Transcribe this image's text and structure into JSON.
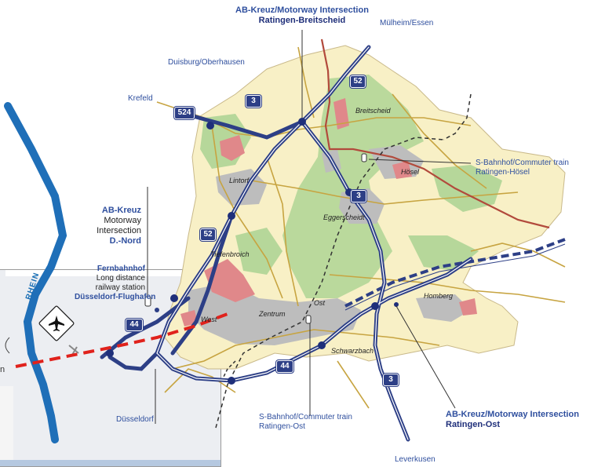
{
  "map": {
    "junctions": {
      "ratingen_breitscheid": {
        "line1": "AB-Kreuz/Motorway Intersection",
        "line2": "Ratingen-Breitscheid"
      },
      "duesseldorf_nord": {
        "line1": "AB-Kreuz",
        "line2": "Motorway",
        "line3": "Intersection",
        "line4": "D.-Nord"
      },
      "ratingen_ost": {
        "line1": "AB-Kreuz/Motorway Intersection",
        "line2": "Ratingen-Ost"
      }
    },
    "stations": {
      "fernbahnhof": {
        "line1": "Fernbahnhof",
        "line2": "Long distance",
        "line3": "railway station",
        "line4": "Düsseldorf-Flughafen"
      },
      "hoesel": {
        "line1": "S-Bahnhof/Commuter train",
        "line2": "Ratingen-Hösel"
      },
      "ost": {
        "line1": "S-Bahnhof/Commuter train",
        "line2": "Ratingen-Ost"
      }
    },
    "destinations": [
      "Mülheim/Essen",
      "Duisburg/Oberhausen",
      "Krefeld",
      "Düsseldorf",
      "Leverkusen"
    ],
    "districts": [
      "Breitscheid",
      "Hösel",
      "Lintorf",
      "Eggerscheidt",
      "Tiefenbroich",
      "Homberg",
      "West",
      "Zentrum",
      "Ost",
      "Schwarzbach"
    ],
    "highways": [
      "52",
      "3",
      "524",
      "3",
      "52",
      "44",
      "44",
      "3"
    ],
    "river": "RHEIN",
    "edge_fragment": "n",
    "colors": {
      "motorway": "#2d3f86",
      "river": "#1f6fb8",
      "green": "#b6d79a",
      "cream": "#f8f0c6",
      "gray": "#bdbdbd",
      "red": "#e0888a",
      "road": "#c7a441",
      "route": "#e0221c"
    },
    "icons": [
      "airplane-icon"
    ]
  }
}
